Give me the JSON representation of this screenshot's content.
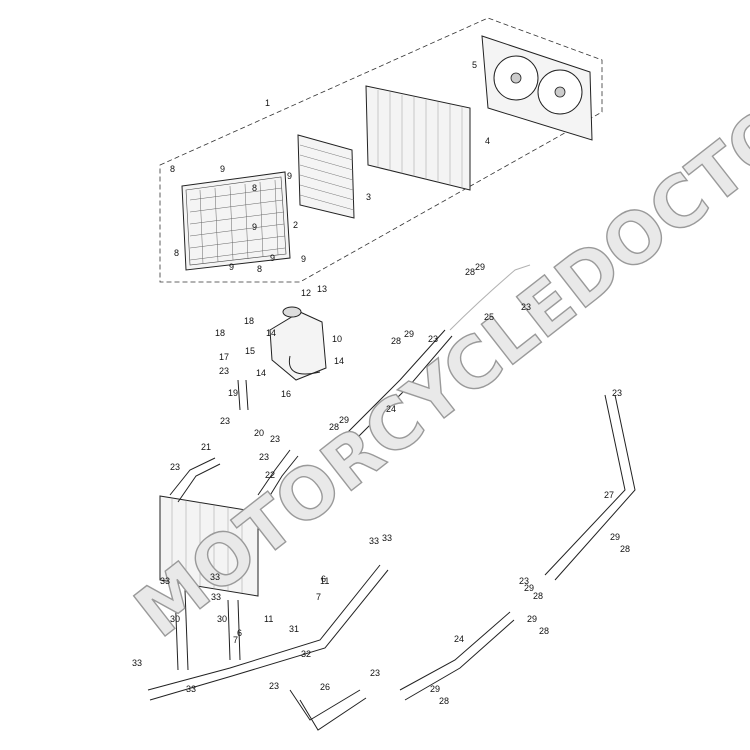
{
  "diagram": {
    "watermark": "MOTORCYCLEDOCTOR",
    "callouts": [
      {
        "label": "1"
      },
      {
        "label": "2"
      },
      {
        "label": "3"
      },
      {
        "label": "4"
      },
      {
        "label": "5"
      },
      {
        "label": "6"
      },
      {
        "label": "6"
      },
      {
        "label": "7"
      },
      {
        "label": "7"
      },
      {
        "label": "8"
      },
      {
        "label": "8"
      },
      {
        "label": "8"
      },
      {
        "label": "8"
      },
      {
        "label": "9"
      },
      {
        "label": "9"
      },
      {
        "label": "9"
      },
      {
        "label": "9"
      },
      {
        "label": "9"
      },
      {
        "label": "9"
      },
      {
        "label": "10"
      },
      {
        "label": "11"
      },
      {
        "label": "11"
      },
      {
        "label": "12"
      },
      {
        "label": "13"
      },
      {
        "label": "14"
      },
      {
        "label": "14"
      },
      {
        "label": "14"
      },
      {
        "label": "15"
      },
      {
        "label": "16"
      },
      {
        "label": "17"
      },
      {
        "label": "18"
      },
      {
        "label": "18"
      },
      {
        "label": "19"
      },
      {
        "label": "20"
      },
      {
        "label": "21"
      },
      {
        "label": "22"
      },
      {
        "label": "23"
      },
      {
        "label": "23"
      },
      {
        "label": "23"
      },
      {
        "label": "23"
      },
      {
        "label": "23"
      },
      {
        "label": "23"
      },
      {
        "label": "23"
      },
      {
        "label": "23"
      },
      {
        "label": "23"
      },
      {
        "label": "23"
      },
      {
        "label": "23"
      },
      {
        "label": "24"
      },
      {
        "label": "24"
      },
      {
        "label": "25"
      },
      {
        "label": "26"
      },
      {
        "label": "27"
      },
      {
        "label": "28"
      },
      {
        "label": "28"
      },
      {
        "label": "28"
      },
      {
        "label": "28"
      },
      {
        "label": "28"
      },
      {
        "label": "28"
      },
      {
        "label": "28"
      },
      {
        "label": "29"
      },
      {
        "label": "29"
      },
      {
        "label": "29"
      },
      {
        "label": "29"
      },
      {
        "label": "29"
      },
      {
        "label": "29"
      },
      {
        "label": "29"
      },
      {
        "label": "30"
      },
      {
        "label": "30"
      },
      {
        "label": "31"
      },
      {
        "label": "32"
      },
      {
        "label": "33"
      },
      {
        "label": "33"
      },
      {
        "label": "33"
      },
      {
        "label": "33"
      },
      {
        "label": "33"
      },
      {
        "label": "33"
      },
      {
        "label": "33"
      }
    ]
  }
}
